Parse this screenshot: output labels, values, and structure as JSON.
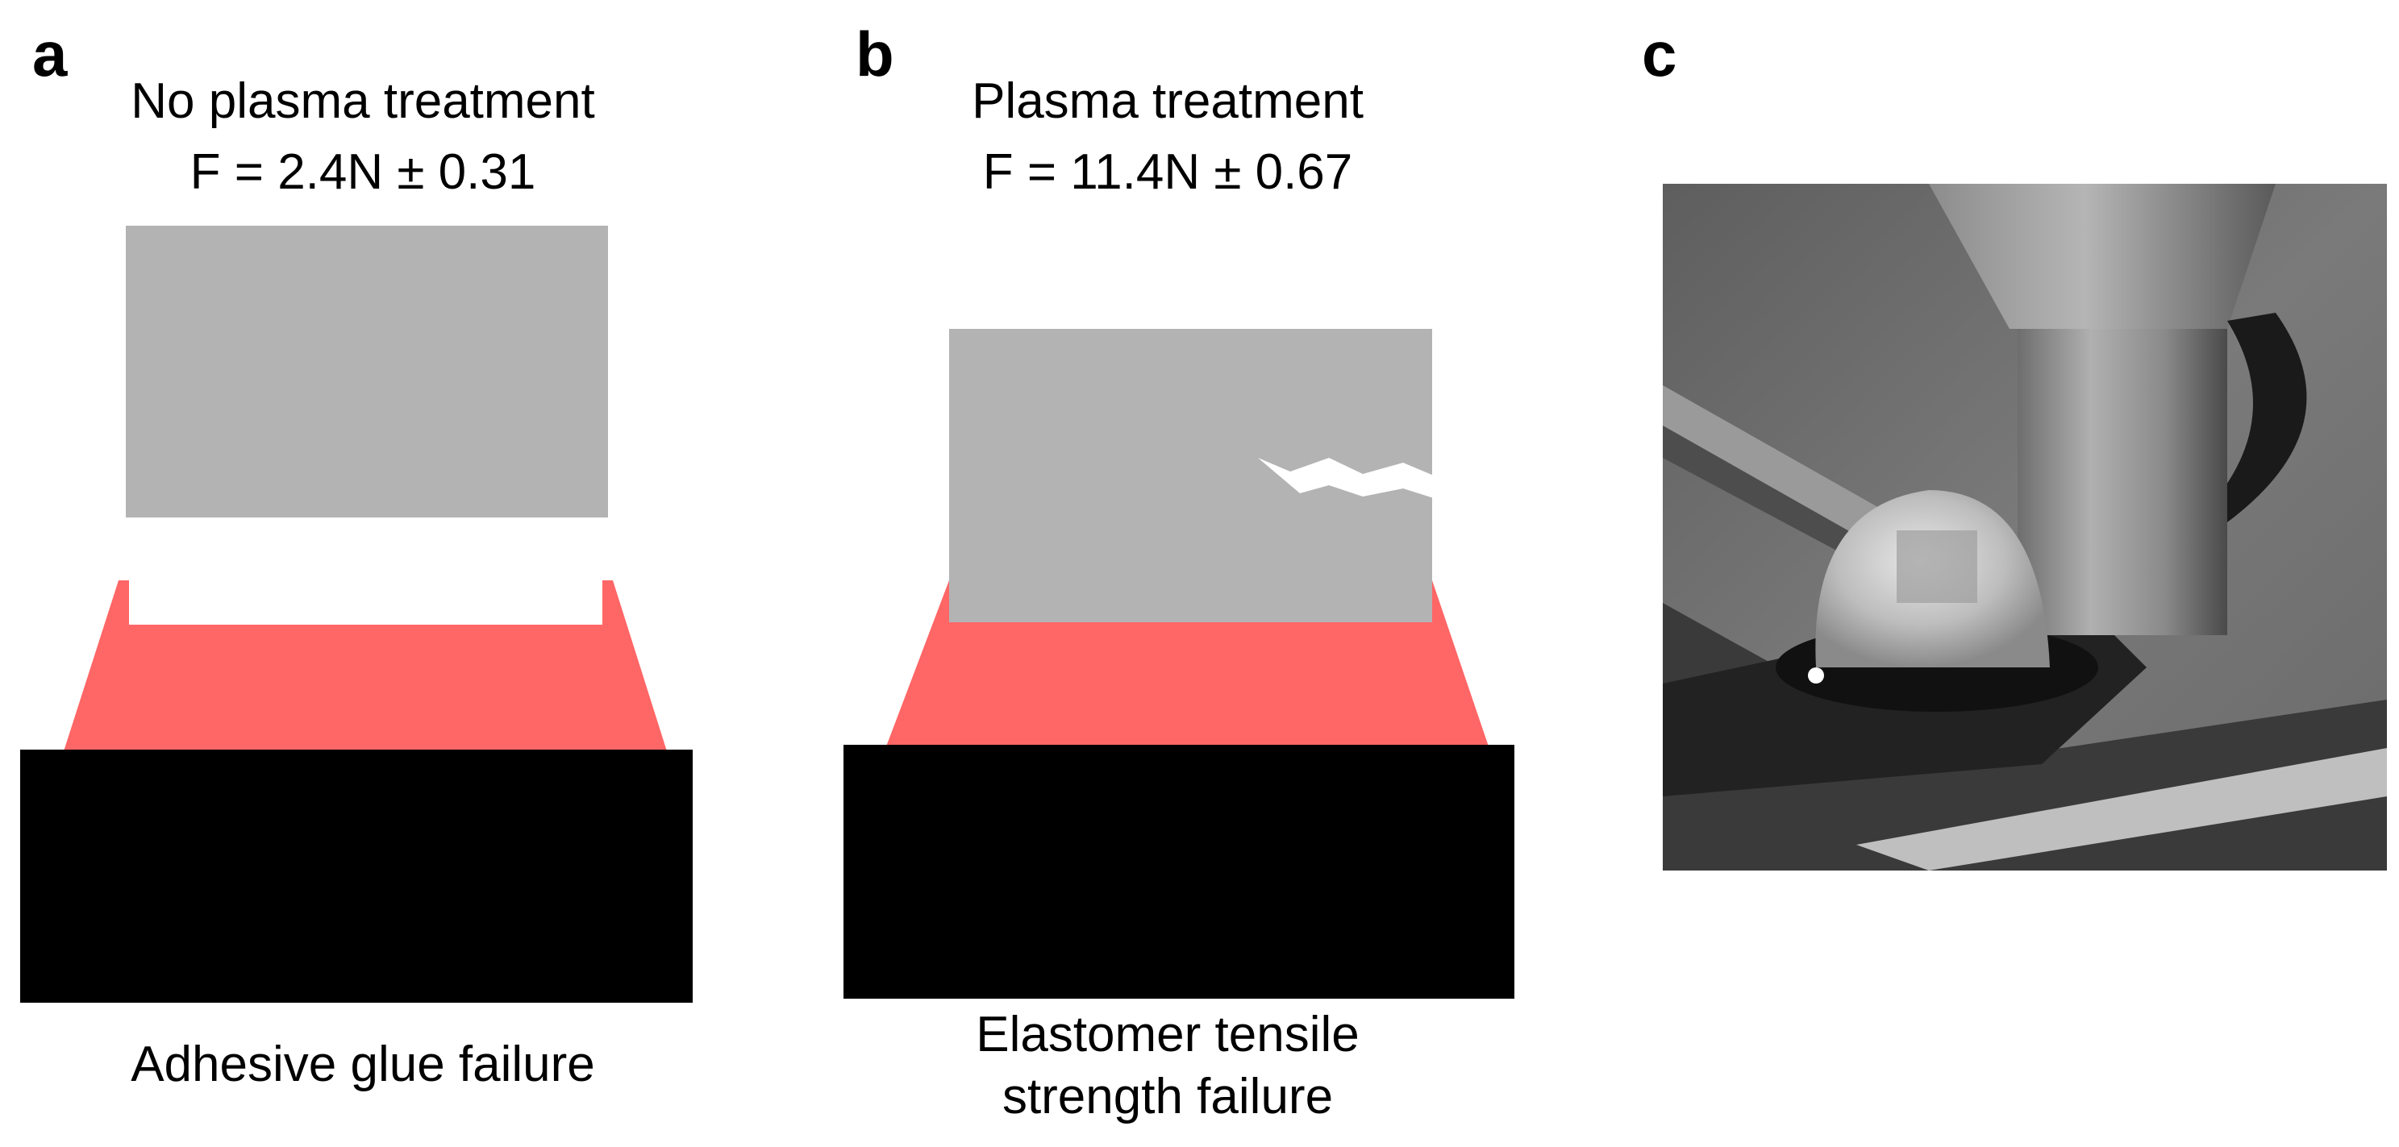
{
  "panels": {
    "a": {
      "letter": "a",
      "title": "No plasma treatment",
      "force": "F = 2.4N ± 0.31",
      "caption": "Adhesive glue failure"
    },
    "b": {
      "letter": "b",
      "title": "Plasma treatment",
      "force": "F = 11.4N ± 0.67",
      "caption_line1": "Elastomer tensile",
      "caption_line2": "strength failure"
    },
    "c": {
      "letter": "c"
    }
  },
  "colors": {
    "elastomer_block": "#b3b3b3",
    "adhesive": "#ff6666",
    "substrate": "#000000",
    "background": "#ffffff"
  }
}
